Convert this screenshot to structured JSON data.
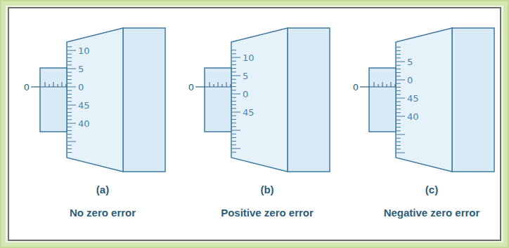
{
  "diagram": {
    "labels": [
      "0",
      "10",
      "5",
      "0",
      "45",
      "40",
      "(a)",
      "No zero error",
      "0",
      "10",
      "5",
      "0",
      "45",
      "(b)",
      "Positive zero error",
      "0",
      "5",
      "0",
      "45",
      "40",
      "(c)",
      "Negative zero error"
    ]
  }
}
